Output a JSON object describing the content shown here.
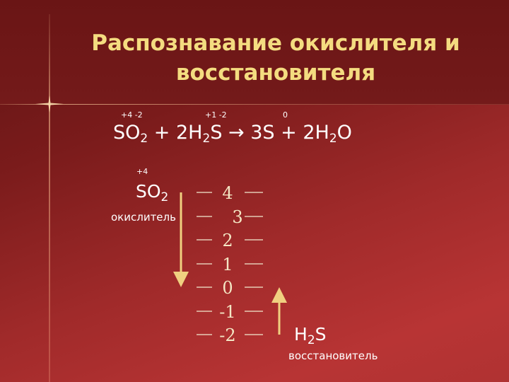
{
  "title": {
    "line1": "Распознавание окислителя и",
    "line2": "восстановителя"
  },
  "equation": {
    "ox_states": {
      "so2": "+4  -2",
      "h2s": "+1  -2",
      "s": "0"
    },
    "parts": [
      {
        "text": "SO",
        "sub": "2"
      },
      {
        "text": " + 2H",
        "sub": "2"
      },
      {
        "text": "S → 3S + 2H",
        "sub": "2"
      },
      {
        "text": "O",
        "sub": ""
      }
    ]
  },
  "oxidant": {
    "ox_state": "+4",
    "formula": "SO",
    "sub": "2",
    "role": "окислитель"
  },
  "reductant": {
    "formula": "H",
    "sub": "2",
    "tail": "S",
    "role": "восстановитель"
  },
  "scale": [
    "4",
    "3",
    "2",
    "1",
    "0",
    "-1",
    "-2"
  ],
  "colors": {
    "title": "#f4dc80",
    "arrow": "#f0d080",
    "background": "#8a2020"
  }
}
